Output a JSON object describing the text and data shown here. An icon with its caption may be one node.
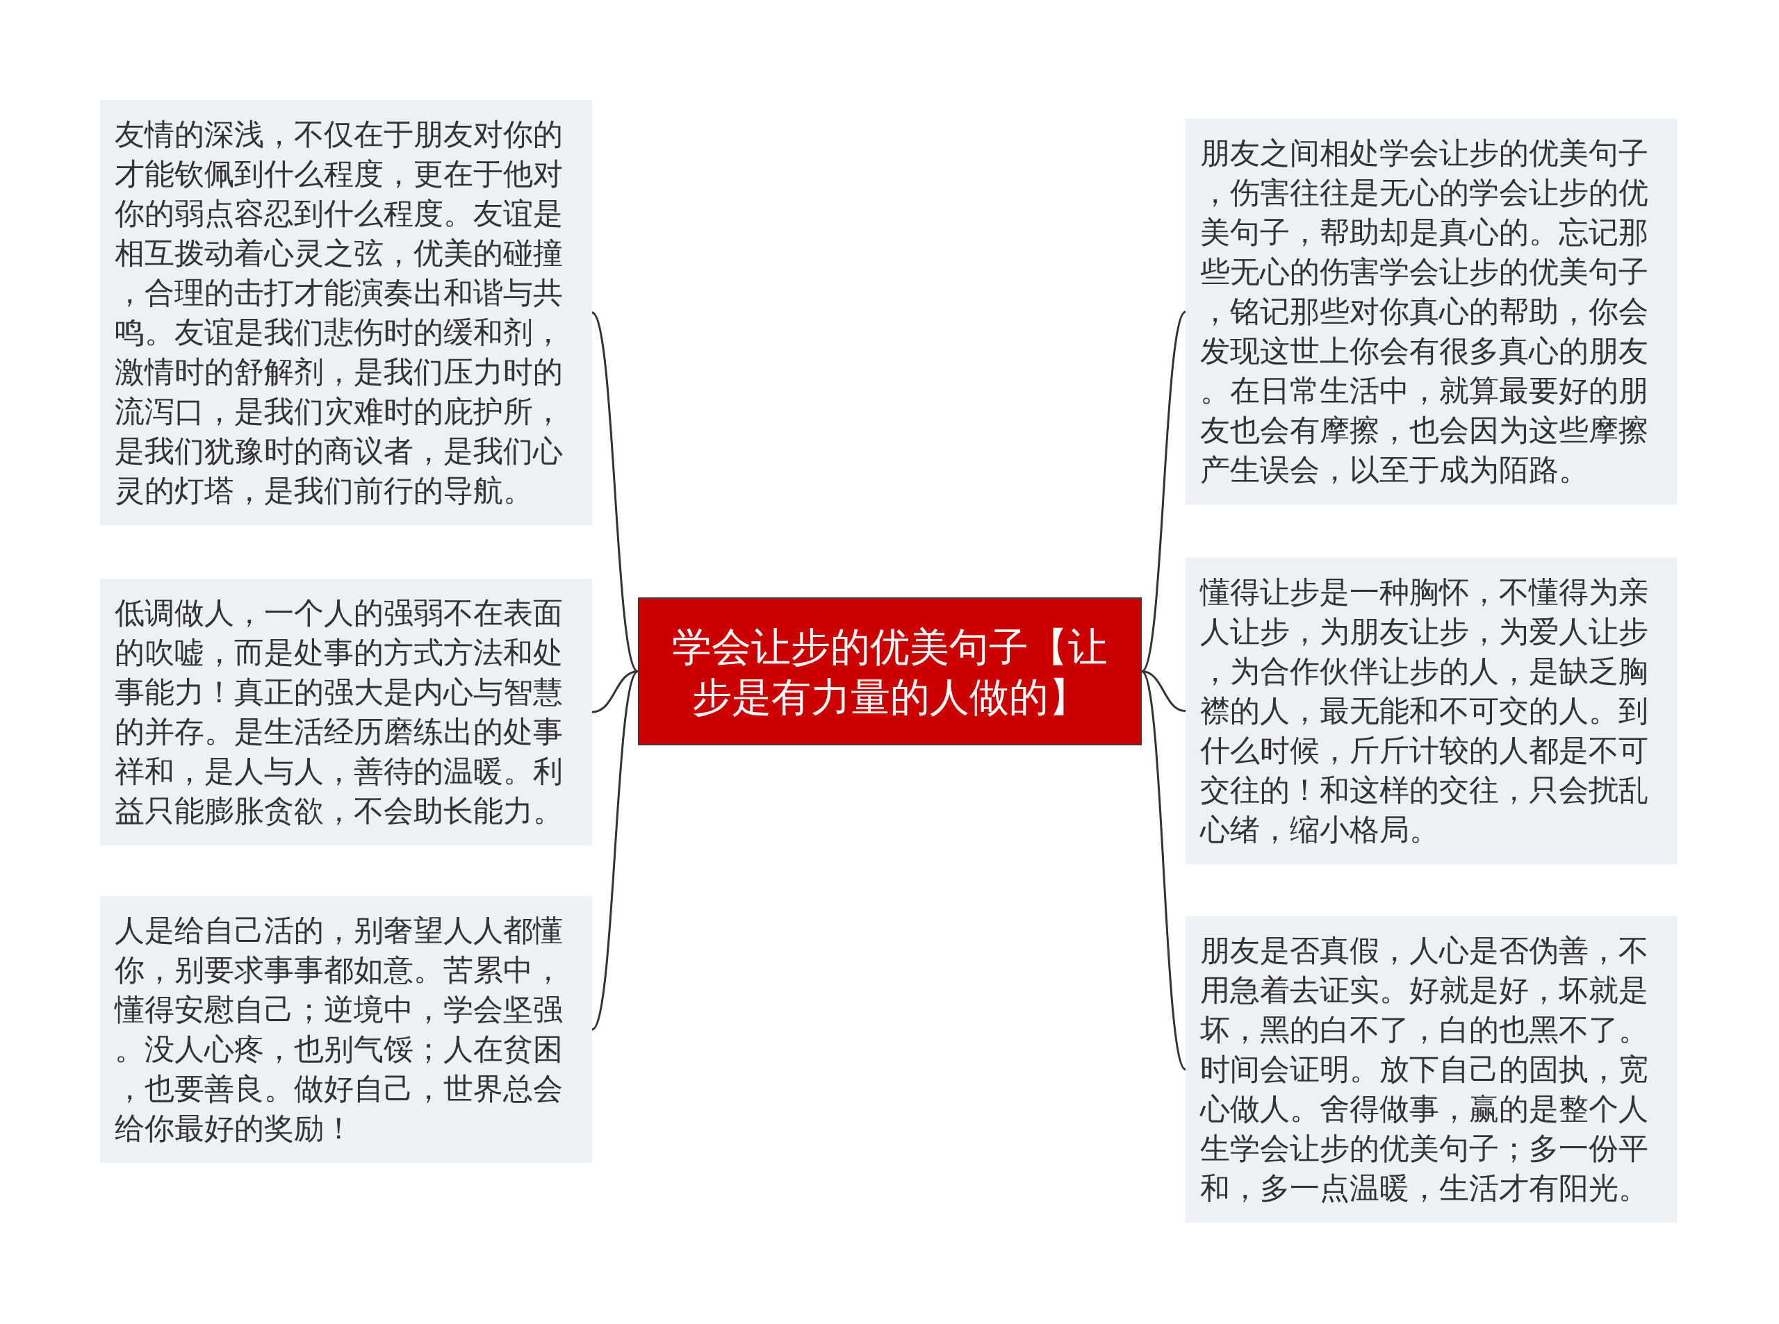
{
  "diagram": {
    "nodes": [
      {
        "text": [
          "学会让步的优美句子【让步是有力量的人做的】"
        ]
      },
      {
        "text": [
          "友情的深浅，不仅在于朋友对你的才能钦佩到什么程度，更在于他对你的弱点容忍到什么程度。友谊是相互拨动着心灵之弦，优美的碰撞，合理的击打才能演奏出和谐与共鸣。友谊是我们悲伤时的缓和剂，激情时的舒解剂，是我们压力时的流泻口，是我们灾难时的庇护所，是我们犹豫时的商议者，是我们心灵的灯塔，是我们前行的导航。"
        ]
      },
      {
        "text": [
          "低调做人，一个人的强弱不在表面的吹嘘，而是处事的方式方法和处事能力！真正的强大是内心与智慧的并存。是生活经历磨练出的处事祥和，是人与人，善待的温暖。利益只能膨胀贪欲，不会助长能力。"
        ]
      },
      {
        "text": [
          "人是给自己活的，别奢望人人都懂你，别要求事事都如意。苦累中，懂得安慰自己；逆境中，学会坚强。没人心疼，也别气馁；人在贫困，也要善良。做好自己，世界总会给你最好的奖励！"
        ]
      },
      {
        "text": [
          "朋友之间相处学会让步的优美句子，伤害往往是无心的学会让步的优美句子，帮助却是真心的。忘记那些无心的伤害学会让步的优美句子，铭记那些对你真心的帮助，你会发现这世上你会有很多真心的朋友。在日常生活中，就算最要好的朋友也会有摩擦，也会因为这些摩擦产生误会，以至于成为陌路。"
        ]
      },
      {
        "text": [
          "懂得让步是一种胸怀，不懂得为亲人让步，为朋友让步，为爱人让步，为合作伙伴让步的人，是缺乏胸襟的人，最无能和不可交的人。到什么时候，斤斤计较的人都是不可交往的！和这样的交往，只会扰乱心绪，缩小格局。"
        ]
      },
      {
        "text": [
          "朋友是否真假，人心是否伪善，不用急着去证实。好就是好，坏就是坏，黑的白不了，白的也黑不了。时间会证明。放下自己的固执，宽心做人。舍得做事，赢的是整个人生学会让步的优美句子；多一份平和，多一点温暖，生活才有阳光。"
        ]
      }
    ],
    "edges": [
      {
        "from": 0,
        "to": 1,
        "arrow": "none"
      },
      {
        "from": 0,
        "to": 2,
        "arrow": "none"
      },
      {
        "from": 0,
        "to": 3,
        "arrow": "none"
      },
      {
        "from": 0,
        "to": 4,
        "arrow": "none"
      },
      {
        "from": 0,
        "to": 5,
        "arrow": "none"
      },
      {
        "from": 0,
        "to": 6,
        "arrow": "none"
      }
    ]
  }
}
